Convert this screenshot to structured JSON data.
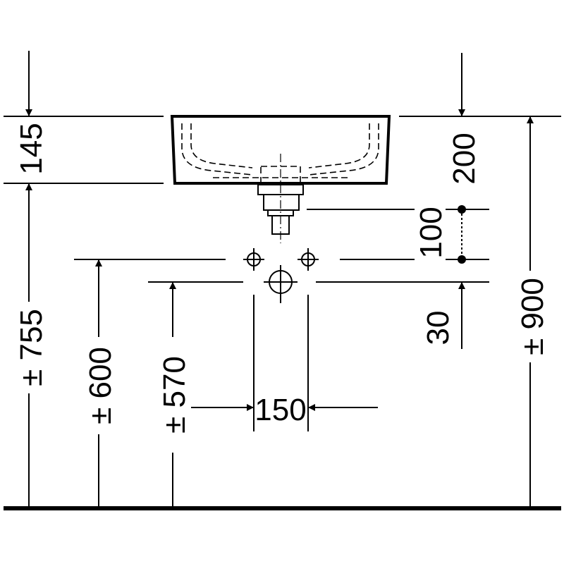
{
  "dimensions": {
    "basin_height": "145",
    "rim_height": "± 755",
    "trap_outlet_height": "± 600",
    "supply_height": "± 570",
    "drain_spacing": "100",
    "drain_offset": "200",
    "supply_offset": "30",
    "overall_height": "± 900",
    "supply_spacing": "150"
  }
}
